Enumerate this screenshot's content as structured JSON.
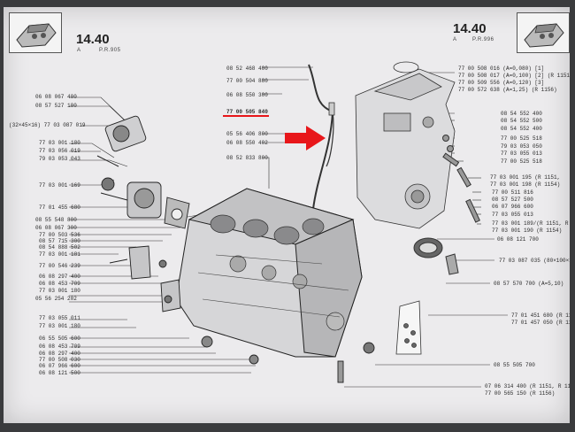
{
  "header": {
    "left_page": "14.40",
    "left_sub_a": "A",
    "left_sub_ref": "P.R.905",
    "right_page": "14.40",
    "right_sub_a": "A",
    "right_sub_ref": "P.R.996"
  },
  "left_labels": [
    "06 08 067 400",
    "08 57 527 100",
    "(32×45×16) 77 03 087 019",
    "77 03 001 180",
    "77 03 056 019",
    "79 03 053 043",
    "77 03 001 169",
    "77 01 455 680",
    "08 55 548 800",
    "06 08 067 300",
    "77 00 503 536",
    "08 57 715 300",
    "08 54 888 502",
    "77 03 001 181",
    "77 00 546 239",
    "06 08 297 400",
    "06 08 453 709",
    "77 03 001 180",
    "05 56 254 202",
    "77 03 055 011",
    "77 03 001 180",
    "06 55 505 600",
    "06 08 453 709",
    "06 08 297 400",
    "77 00 508 030",
    "06 07 966 600",
    "06 08 121 500"
  ],
  "top_labels": [
    "08 52 468 400",
    "77 00 504 880",
    "06 08 550 300",
    "77 00 505 840",
    "05 56 406 800",
    "06 08 550 402",
    "08 52 833 800"
  ],
  "right_labels": [
    "77 00 508 016  (A=0,080) [1]",
    "77 00 508 017  (A=0,100) [2] (R 1151,",
    "77 00 509 556  (A=0,120) [3]",
    "77 00 572 638  (A=1,25) (R 1156)",
    "08 54 552 400",
    "08 54 552 500",
    "08 54 552 400",
    "77 00 525 518",
    "79 03 053 050",
    "77 03 055 013",
    "77 00 525 518",
    "77 03 001 195  (R 1151,",
    "77 03 001 198  (R 1154)",
    "77 00 511 816",
    "08 57 527 500",
    "06 07 966 600",
    "77 03 055 013",
    "77 03 001 189/(R 1151, R 1",
    "77 03 001 190  (R 1154)",
    "06 08 121 700",
    "77 03 087 035  (80×100×13)",
    "08 57 570 700  (A=5,10)",
    "77 01 451 680  (R 1151, R 115",
    "77 01 457 050  (R 1156)",
    "08 55 505 700",
    "07 06 314 400  (R 1151, R 115",
    "77 00 565 150  (R 1156)"
  ],
  "highlight": {
    "part": "77 00 505 840",
    "color": "#e8161a"
  },
  "colors": {
    "ink": "#2a2a2a",
    "paper": "#ecebed",
    "arrow": "#e8161a"
  }
}
